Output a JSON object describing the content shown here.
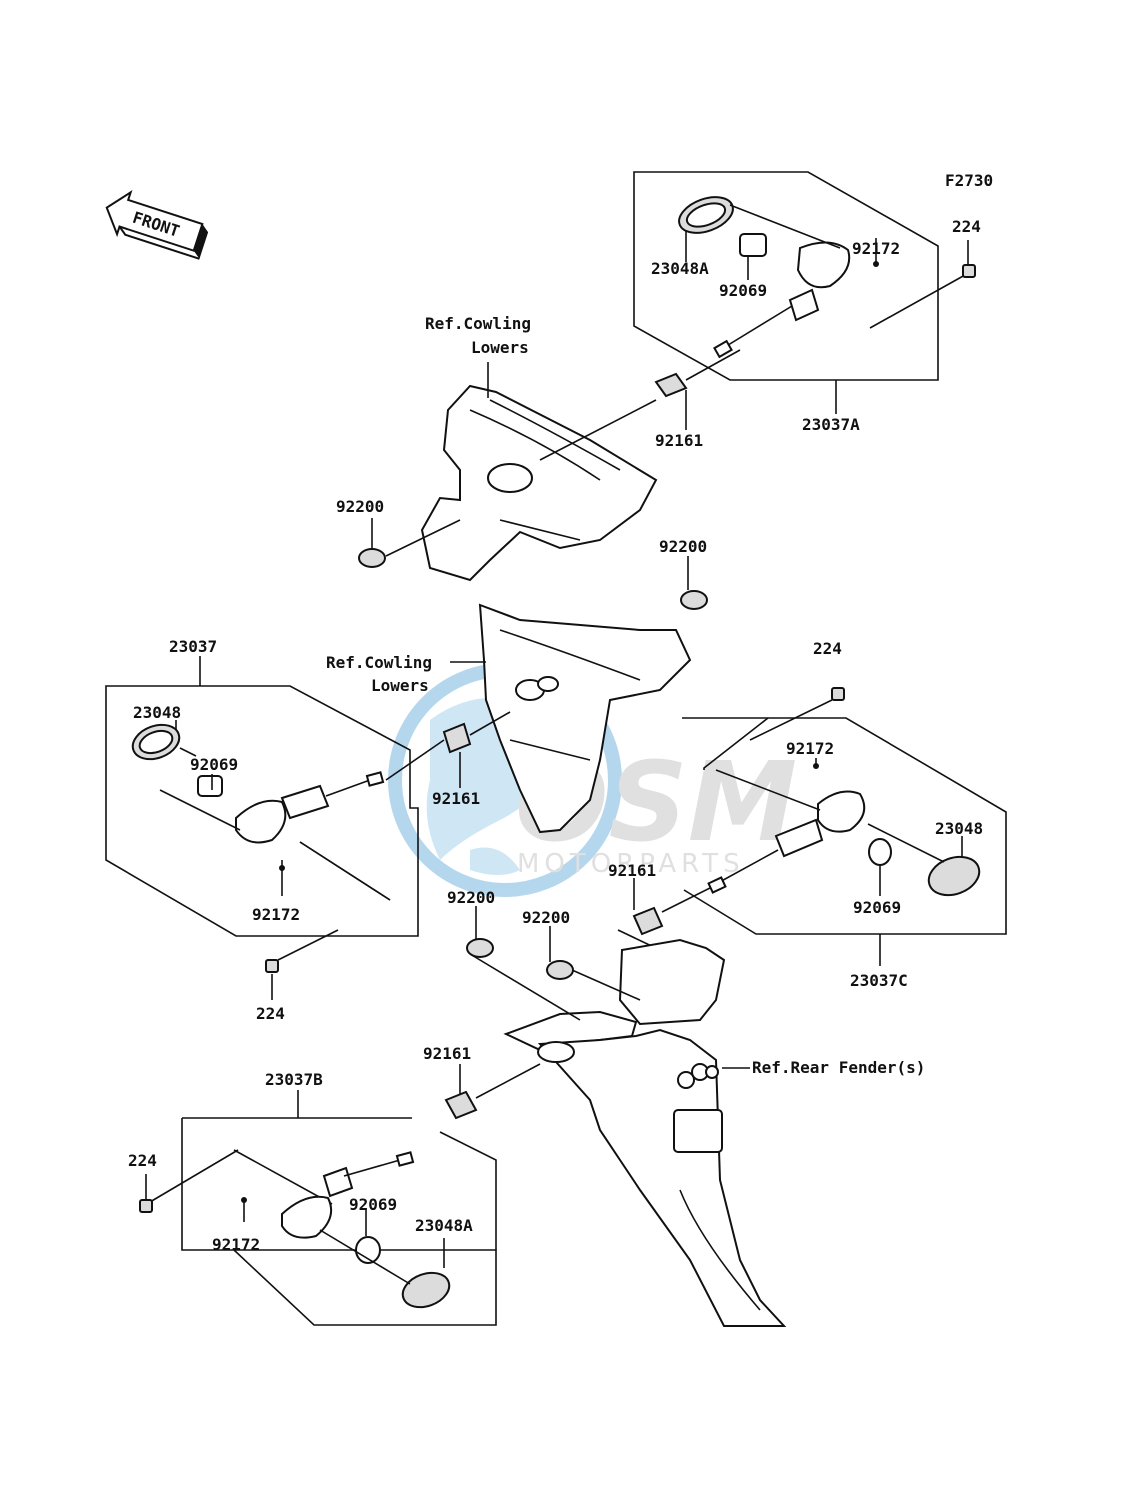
{
  "figure_code": "F2730",
  "front_arrow": "FRONT",
  "watermark": {
    "brand": "OSM",
    "sub": "MOTORPARTS"
  },
  "refs": {
    "cowl_top_1": "Ref.Cowling",
    "cowl_top_2": "Lowers",
    "cowl_mid_1": "Ref.Cowling",
    "cowl_mid_2": "Lowers",
    "rear_fender": "Ref.Rear Fender(s)"
  },
  "parts": {
    "p23048A_a": "23048A",
    "p92069_a": "92069",
    "p92172_a": "92172",
    "p224_a": "224",
    "p23037A": "23037A",
    "p92161_a": "92161",
    "p92200_a": "92200",
    "p92200_b": "92200",
    "p23037": "23037",
    "p23048_a": "23048",
    "p92069_b": "92069",
    "p92161_b": "92161",
    "p92172_b": "92172",
    "p224_b": "224",
    "p224_c": "224",
    "p92172_c": "92172",
    "p23048_b": "23048",
    "p92161_c": "92161",
    "p92069_c": "92069",
    "p23037C": "23037C",
    "p92200_c": "92200",
    "p92200_d": "92200",
    "p92161_d": "92161",
    "p23037B": "23037B",
    "p224_d": "224",
    "p92069_d": "92069",
    "p23048A_b": "23048A",
    "p92172_d": "92172"
  },
  "colors": {
    "line": "#111111",
    "watermark_blue": "#7ab8e0",
    "watermark_gray": "#c8c8c8"
  }
}
